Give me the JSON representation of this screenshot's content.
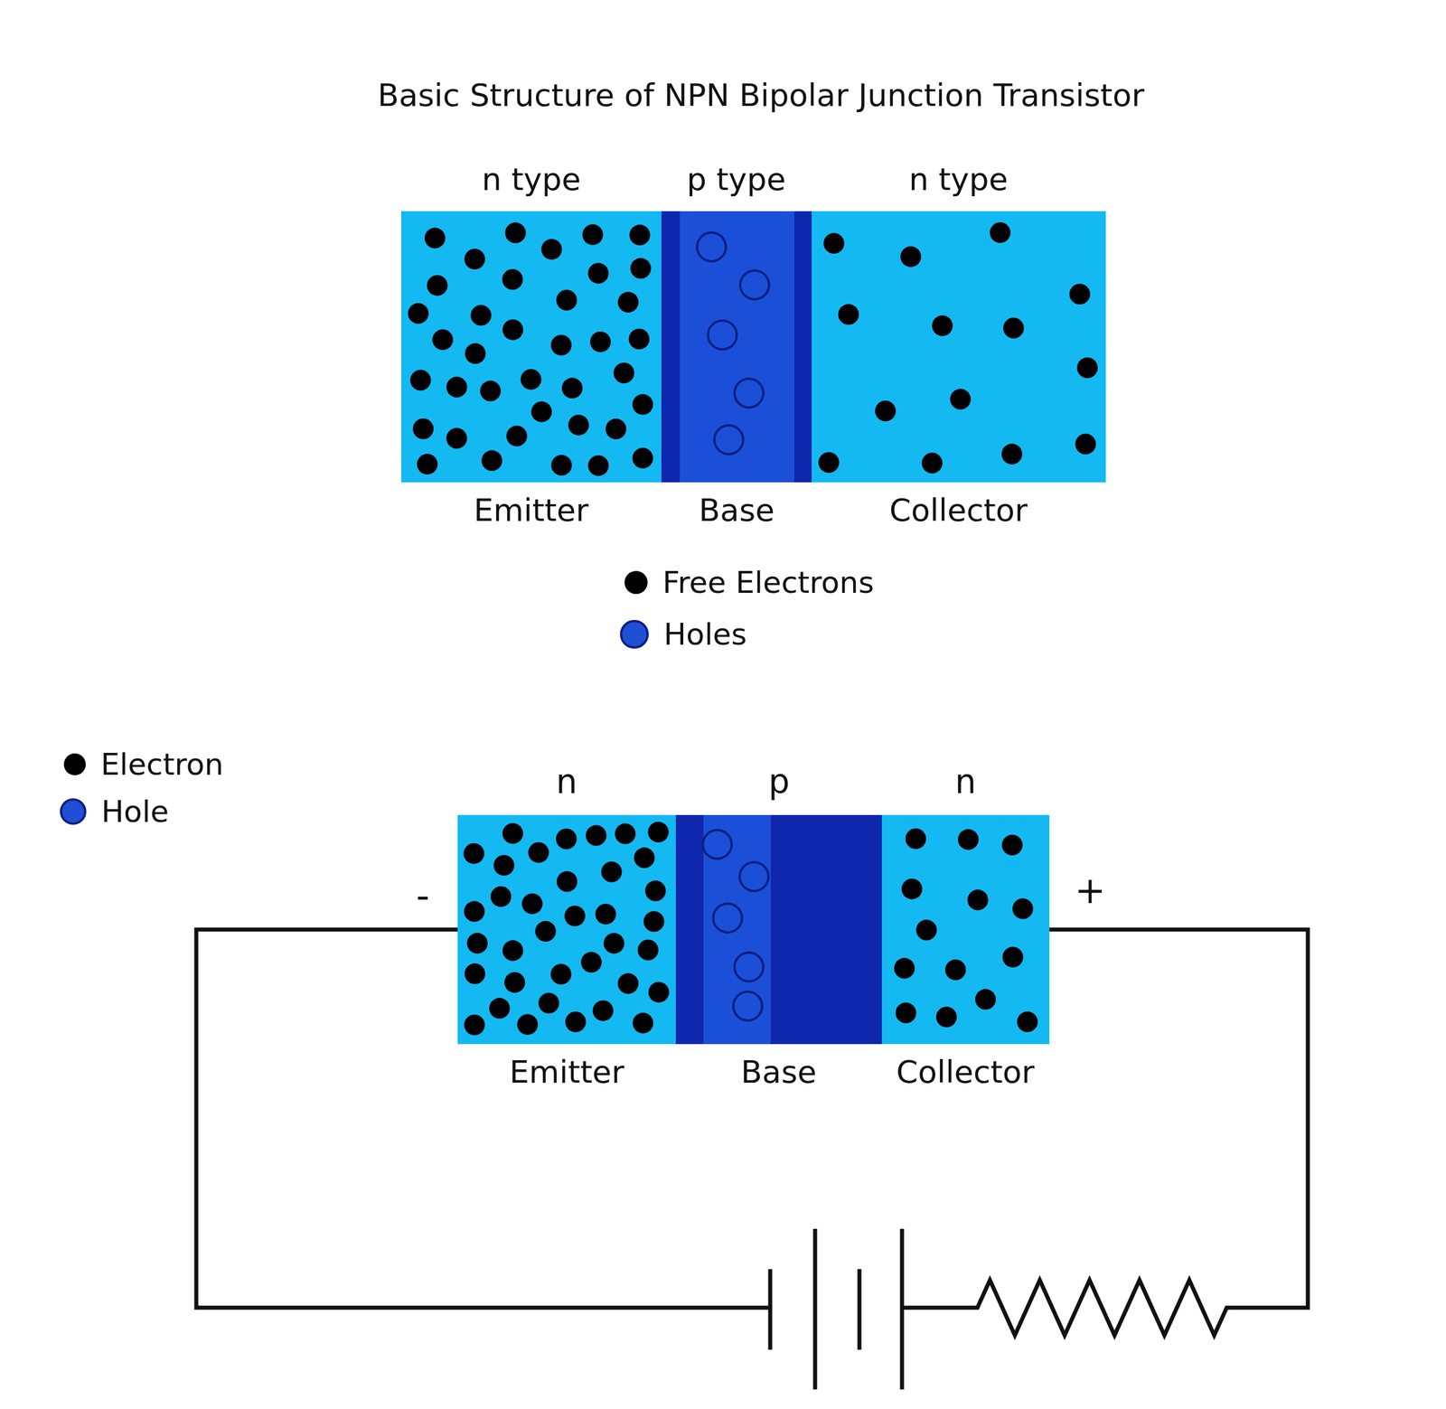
{
  "diagram": {
    "title": "Basic Structure of NPN Bipolar Junction Transistor",
    "nodes": [
      {
        "text": [
          "n type",
          "Emitter"
        ]
      },
      {
        "text": [
          "p type",
          "Base"
        ]
      },
      {
        "text": [
          "n type",
          "Collector"
        ]
      },
      {
        "text": [
          "n",
          "Emitter"
        ]
      },
      {
        "text": [
          "p",
          "Base"
        ]
      },
      {
        "text": [
          "n",
          "Collector"
        ]
      }
    ],
    "edges": [
      {
        "from": 3,
        "to": 5,
        "arrow": "none"
      }
    ],
    "labels": [
      "-",
      "+"
    ],
    "legend": [
      {
        "text": "Free Electrons",
        "color": "#000000"
      },
      {
        "text": "Holes",
        "color": "#1f4fd4"
      },
      {
        "text": "Electron",
        "color": "#000000"
      },
      {
        "text": "Hole",
        "color": "#1f4fd4"
      }
    ]
  }
}
